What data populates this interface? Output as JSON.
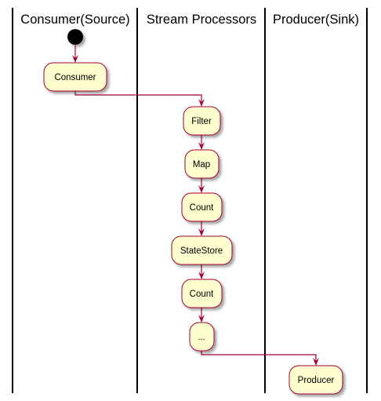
{
  "colors": {
    "node_fill": "#fefece",
    "node_stroke": "#a80036",
    "edge": "#a80036",
    "start": "#000000",
    "lane_line": "#000000",
    "shadow": "#c8c8c8"
  },
  "swimlanes": [
    {
      "title": "Consumer(Source)"
    },
    {
      "title": "Stream Processors"
    },
    {
      "title": "Producer(Sink)"
    }
  ],
  "activities": [
    {
      "id": "consumer",
      "label": "Consumer",
      "lane": 0
    },
    {
      "id": "filter",
      "label": "Filter",
      "lane": 1
    },
    {
      "id": "map",
      "label": "Map",
      "lane": 1
    },
    {
      "id": "count1",
      "label": "Count",
      "lane": 1
    },
    {
      "id": "statestore",
      "label": "StateStore",
      "lane": 1
    },
    {
      "id": "count2",
      "label": "Count",
      "lane": 1
    },
    {
      "id": "ellipsis",
      "label": "...",
      "lane": 1
    },
    {
      "id": "producer",
      "label": "Producer",
      "lane": 2
    }
  ]
}
